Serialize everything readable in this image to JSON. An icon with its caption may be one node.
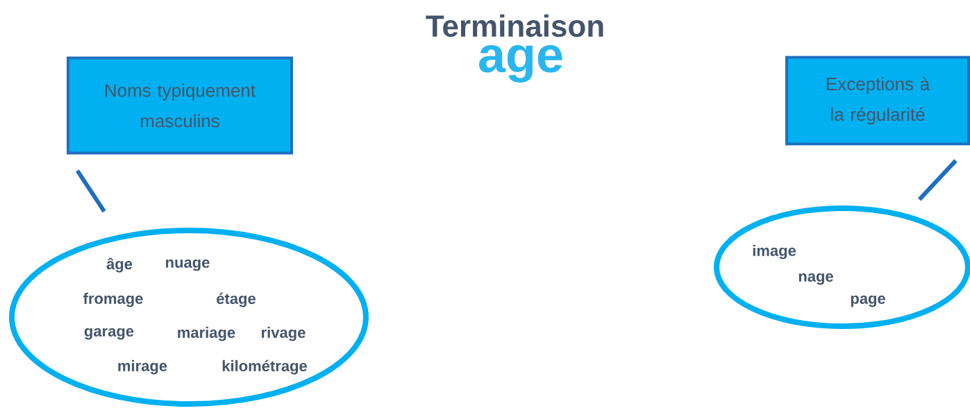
{
  "diagram": {
    "title": "Terminaison",
    "nodes": [
      {
        "text": [
          "Noms typiquement masculins"
        ]
      },
      {
        "text": [
          "âge",
          "nuage",
          "fromage",
          "étage",
          "garage",
          "mariage",
          "rivage",
          "mirage",
          "kilométrage"
        ]
      },
      {
        "text": [
          "Exceptions à la régularité"
        ]
      },
      {
        "text": [
          "image",
          "nage",
          "page"
        ]
      }
    ],
    "edges": [
      {
        "from": 0,
        "to": 1,
        "arrow": "none"
      },
      {
        "from": 2,
        "to": 3,
        "arrow": "none"
      }
    ],
    "labels": [
      "age"
    ]
  }
}
